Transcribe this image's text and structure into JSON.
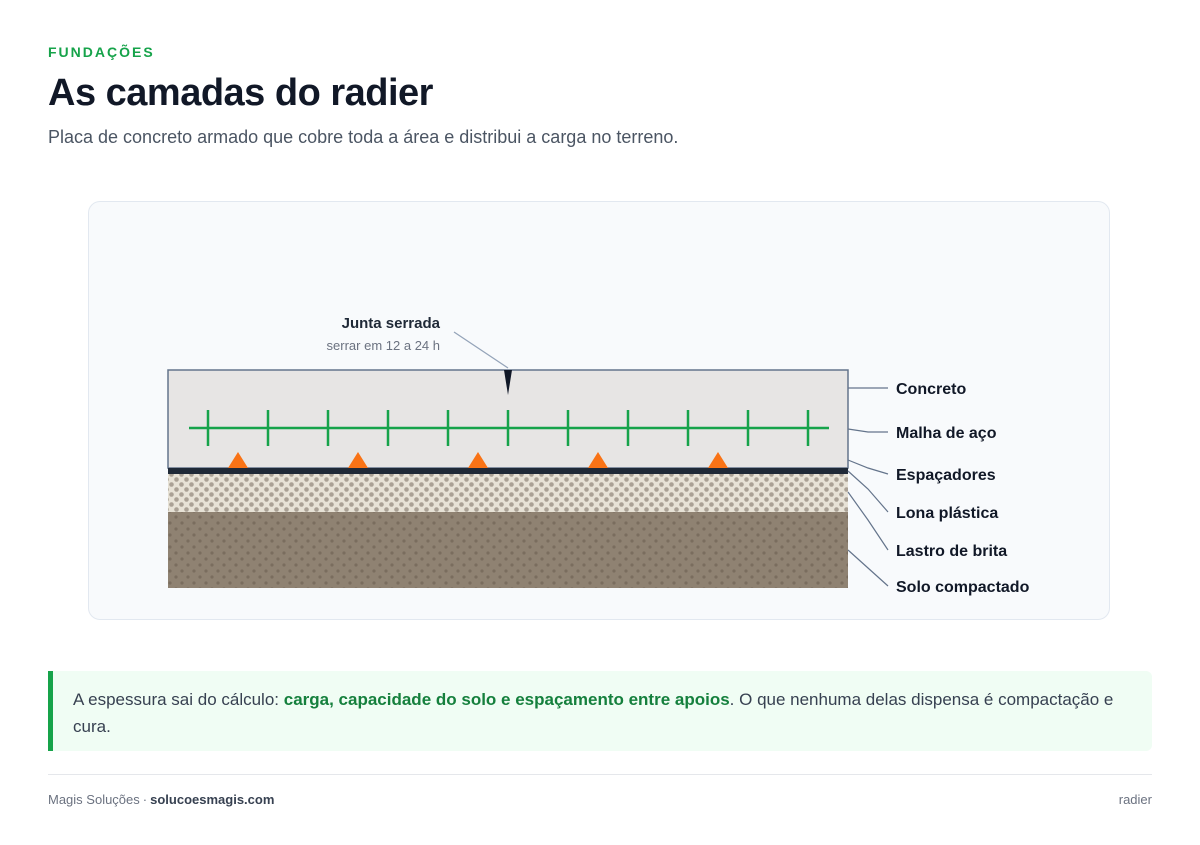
{
  "header": {
    "eyebrow": "FUNDAÇÕES",
    "title": "As camadas do radier",
    "subtitle": "Placa de concreto armado que cobre toda a área e distribui a carga no terreno."
  },
  "diagram": {
    "joint": {
      "title": "Junta serrada",
      "note": "serrar em 12 a 24 h"
    },
    "layers": [
      {
        "label": "Concreto",
        "color": "#e7e5e4"
      },
      {
        "label": "Malha de aço",
        "color": "#16a34a"
      },
      {
        "label": "Espaçadores",
        "color": "#f97316"
      },
      {
        "label": "Lona plástica",
        "color": "#1f2937"
      },
      {
        "label": "Lastro de brita",
        "color": "#e7e2d6"
      },
      {
        "label": "Solo compactado",
        "color": "#8f8272"
      }
    ],
    "leader_color": "#64748b"
  },
  "callout": {
    "lead": "A espessura sai do cálculo: ",
    "emphasis": "carga, capacidade do solo e espaçamento entre apoios",
    "tail": ". O que nenhuma delas dispensa é compactação e cura."
  },
  "footer": {
    "brand": "Magis Soluções",
    "separator": "·",
    "site": "solucoesmagis.com",
    "tag": "radier"
  }
}
